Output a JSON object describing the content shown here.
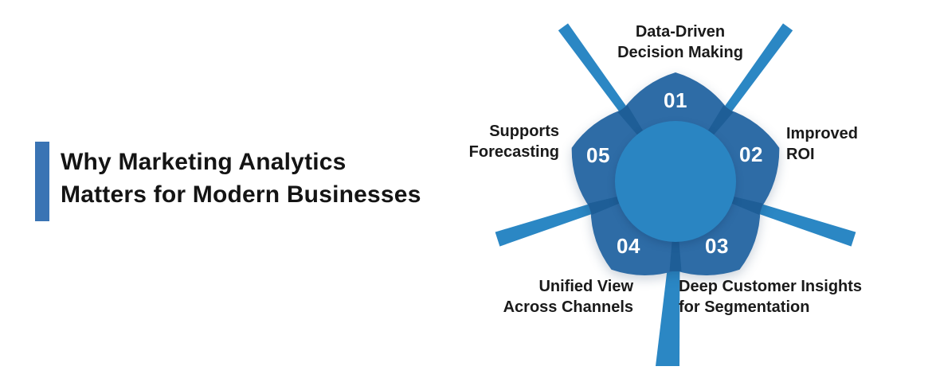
{
  "title": {
    "text": "Why Marketing Analytics\nMatters for Modern Businesses"
  },
  "diagram": {
    "items": [
      {
        "number": "01",
        "label": "Data-Driven\nDecision Making"
      },
      {
        "number": "02",
        "label": "Improved\nROI"
      },
      {
        "number": "03",
        "label": "Deep Customer Insights\nfor Segmentation"
      },
      {
        "number": "04",
        "label": "Unified View\nAcross Channels"
      },
      {
        "number": "05",
        "label": "Supports\nForecasting"
      }
    ]
  },
  "colors": {
    "accent_bar": "#3a74b4",
    "ring": "#2e6ca6",
    "ring_separator": "#1e5e97",
    "inner_circle": "#2a85c2",
    "ray": "#2b87c4",
    "number_text": "#ffffff",
    "label_text": "#1a1a1a",
    "title_text": "#141414",
    "background": "#ffffff"
  }
}
